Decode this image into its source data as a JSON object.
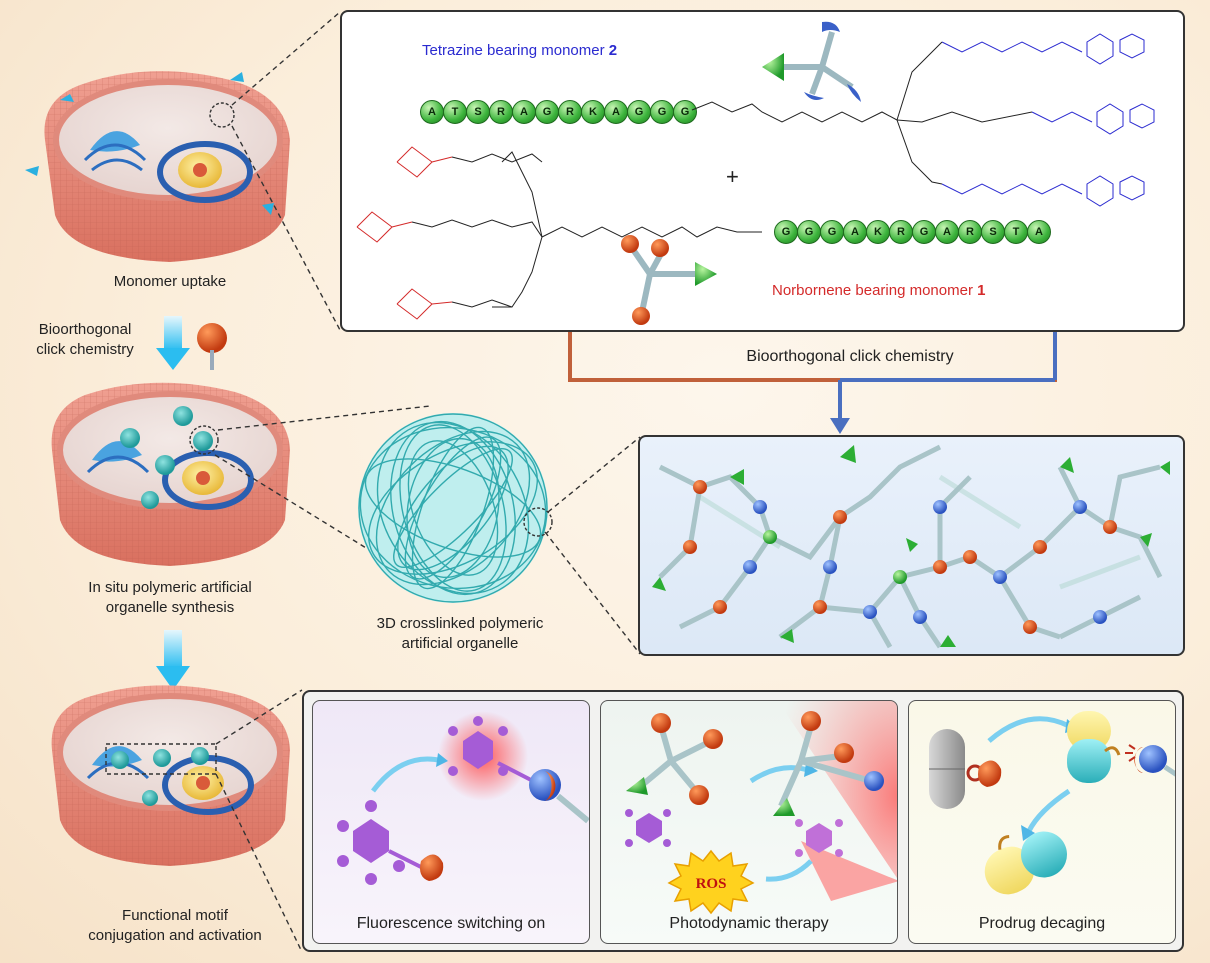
{
  "left_column": {
    "monomer_uptake_label": "Monomer uptake",
    "click_label_line1": "Bioorthogonal",
    "click_label_line2": "click chemistry",
    "synthesis_label_line1": "In situ polymeric artificial",
    "synthesis_label_line2": "organelle synthesis",
    "conjugation_label_line1": "Functional motif",
    "conjugation_label_line2": "conjugation and activation"
  },
  "top_box": {
    "tetrazine_label": "Tetrazine bearing monomer",
    "tetrazine_number": "2",
    "norbornene_label": "Norbornene bearing monomer",
    "norbornene_number": "1",
    "plus_sign": "+",
    "peptide_top": [
      "A",
      "T",
      "S",
      "R",
      "A",
      "G",
      "R",
      "K",
      "A",
      "G",
      "G",
      "G"
    ],
    "peptide_bottom": [
      "G",
      "G",
      "G",
      "A",
      "K",
      "R",
      "G",
      "A",
      "R",
      "S",
      "T",
      "A"
    ]
  },
  "middle": {
    "click_chemistry_label": "Bioorthogonal click chemistry",
    "organelle_label_line1": "3D crosslinked polymeric",
    "organelle_label_line2": "artificial organelle"
  },
  "bottom_box": {
    "panel1_caption": "Fluorescence switching on",
    "panel2_caption": "Photodynamic therapy",
    "panel3_caption": "Prodrug decaging",
    "ros_label": "ROS"
  },
  "colors": {
    "tetrazine": "#2b2bd0",
    "norbornene": "#d42a2a",
    "bead": "#3cb43c",
    "arrow_blue": "#34c6f0",
    "connector_orange": "#c0603a",
    "connector_blue": "#4a6fc0"
  }
}
